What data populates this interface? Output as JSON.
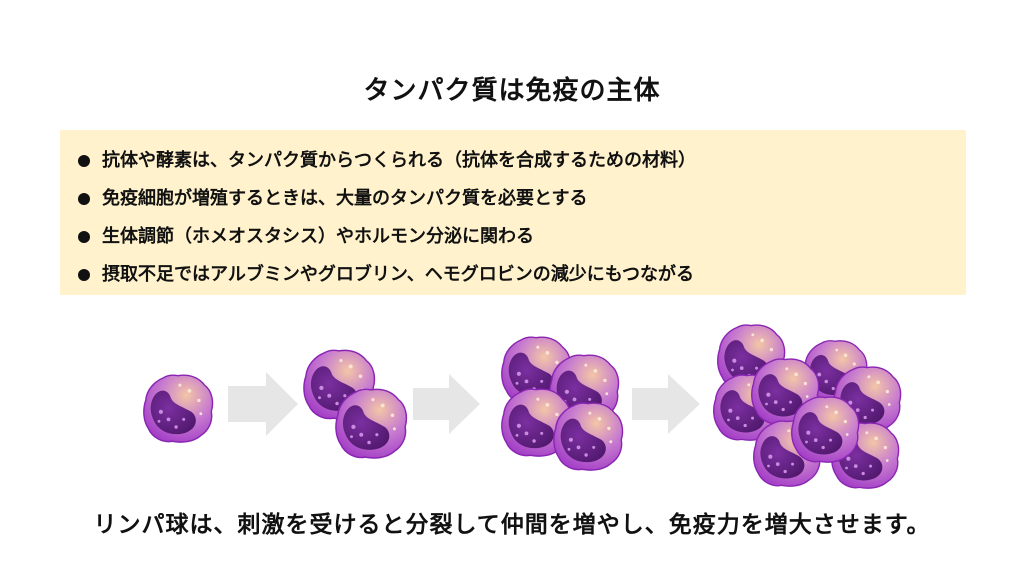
{
  "title": "タンパク質は免疫の主体",
  "bullets": [
    "抗体や酵素は、タンパク質からつくられる（抗体を合成するための材料）",
    "免疫細胞が増殖するときは、大量のタンパク質を必要とする",
    "生体調節（ホメオスタシス）やホルモン分泌に関わる",
    "摂取不足ではアルブミンやグロブリン、ヘモグロビンの減少にもつながる"
  ],
  "caption": "リンパ球は、刺激を受けると分裂して仲間を増やし、免疫力を増大させます。",
  "colors": {
    "panel_background": "#fff2cc",
    "arrow": "#e6e6e6",
    "cell_outer": "#9a2fc4",
    "cell_nucleus": "#5a1f78",
    "cell_highlight": "#f3c6a6"
  },
  "stages": [
    {
      "cell_count": 1
    },
    {
      "cell_count": 2
    },
    {
      "cell_count": 4
    },
    {
      "cell_count": 8
    }
  ]
}
